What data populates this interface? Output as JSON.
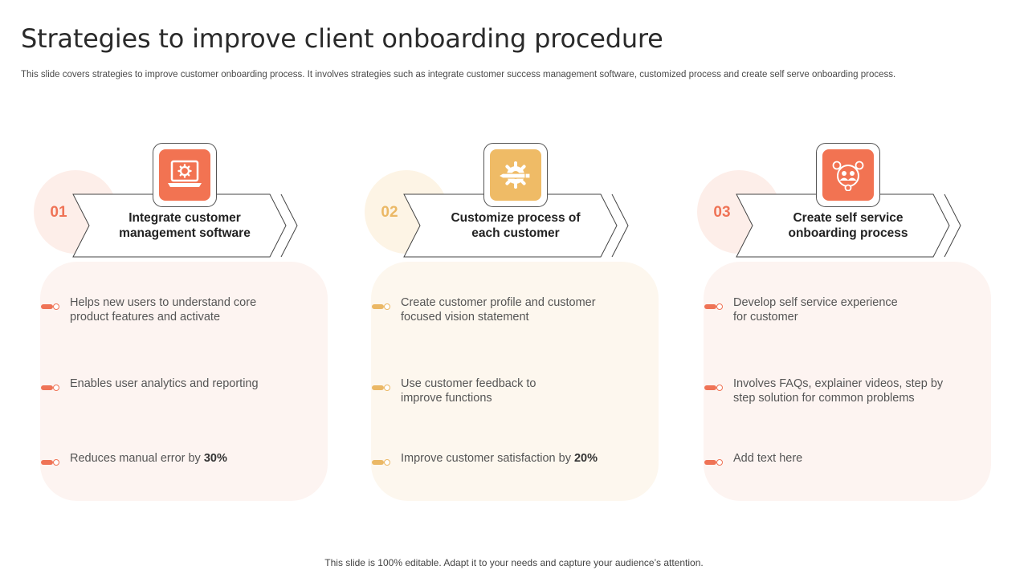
{
  "title": "Strategies to improve client onboarding procedure",
  "subtitle": "This slide covers strategies to improve customer onboarding process. It involves strategies such as integrate customer success management software, customized process and create self serve onboarding process.",
  "colors": {
    "coral": "#ef7356",
    "gold": "#ebb865",
    "coral_tint": "#fdf4f1",
    "gold_tint": "#fdf7ee"
  },
  "strategies": [
    {
      "number": "01",
      "heading_line1": "Integrate customer",
      "heading_line2": "management software",
      "icon": "laptop-gear-icon",
      "points": [
        {
          "line1": "Helps new users to understand core",
          "line2": "product features and activate"
        },
        {
          "line1": "Enables user analytics and reporting",
          "line2": ""
        },
        {
          "prefix": "Reduces manual error by ",
          "highlight": "30%"
        }
      ]
    },
    {
      "number": "02",
      "heading_line1": "Customize process of",
      "heading_line2": "each customer",
      "icon": "gear-pencil-icon",
      "points": [
        {
          "line1": "Create customer profile and customer",
          "line2": "focused vision statement"
        },
        {
          "line1": "Use customer feedback to",
          "line2": "improve functions"
        },
        {
          "prefix": "Improve customer satisfaction by ",
          "highlight": "20%"
        }
      ]
    },
    {
      "number": "03",
      "heading_line1": "Create self service",
      "heading_line2": "onboarding process",
      "icon": "user-network-icon",
      "points": [
        {
          "line1": "Develop self service experience",
          "line2": "for customer"
        },
        {
          "line1": "Involves FAQs, explainer videos, step by",
          "line2": "step solution for common problems"
        },
        {
          "prefix": "Add text here",
          "highlight": ""
        }
      ]
    }
  ],
  "footer": "This slide is 100% editable. Adapt it to your needs and capture your audience’s attention."
}
